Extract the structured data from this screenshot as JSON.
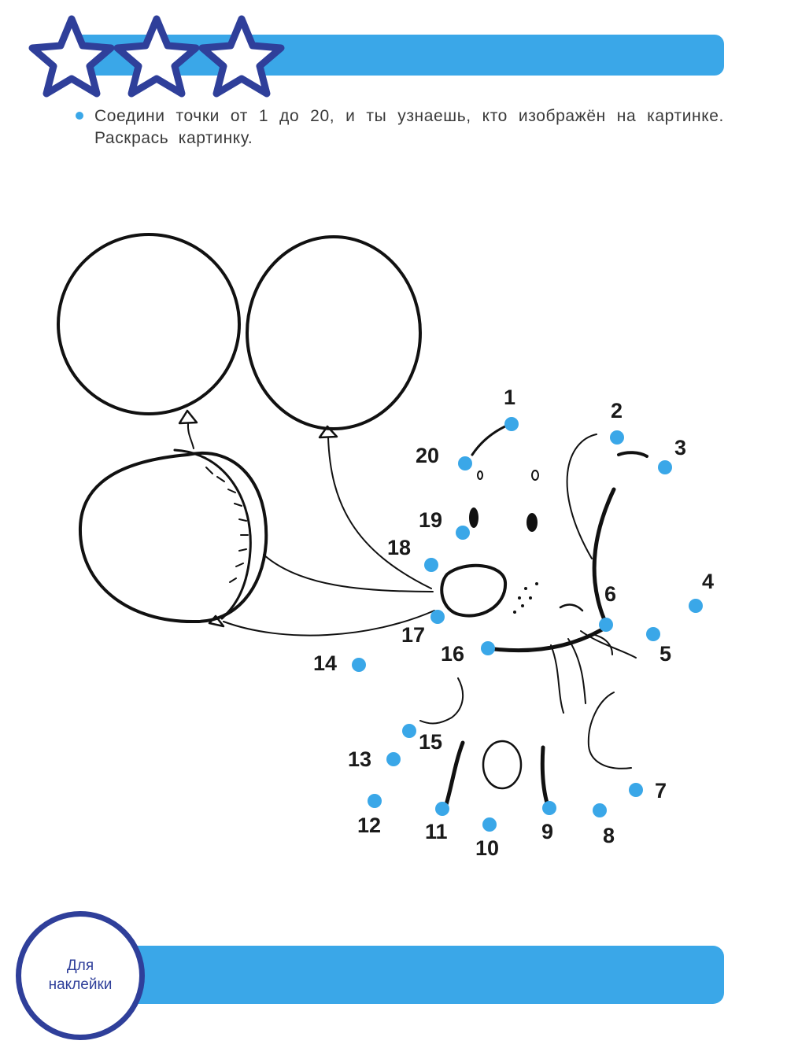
{
  "header": {
    "stars_count": 3,
    "star_stroke_color": "#2f3f9a",
    "bar_color": "#3aa7e8"
  },
  "instruction": {
    "text": "Соедини точки от 1 до 20, и ты узнаешь, кто изображён на картинке. Раскрась картинку."
  },
  "dots": [
    {
      "label": "1"
    },
    {
      "label": "2"
    },
    {
      "label": "3"
    },
    {
      "label": "4"
    },
    {
      "label": "5"
    },
    {
      "label": "6"
    },
    {
      "label": "7"
    },
    {
      "label": "8"
    },
    {
      "label": "9"
    },
    {
      "label": "10"
    },
    {
      "label": "11"
    },
    {
      "label": "12"
    },
    {
      "label": "13"
    },
    {
      "label": "14"
    },
    {
      "label": "15"
    },
    {
      "label": "16"
    },
    {
      "label": "17"
    },
    {
      "label": "18"
    },
    {
      "label": "19"
    },
    {
      "label": "20"
    }
  ],
  "dot_color": "#3aa7e8",
  "footer": {
    "sticker_label": "Для наклейки",
    "circle_color": "#2f3f9a"
  }
}
